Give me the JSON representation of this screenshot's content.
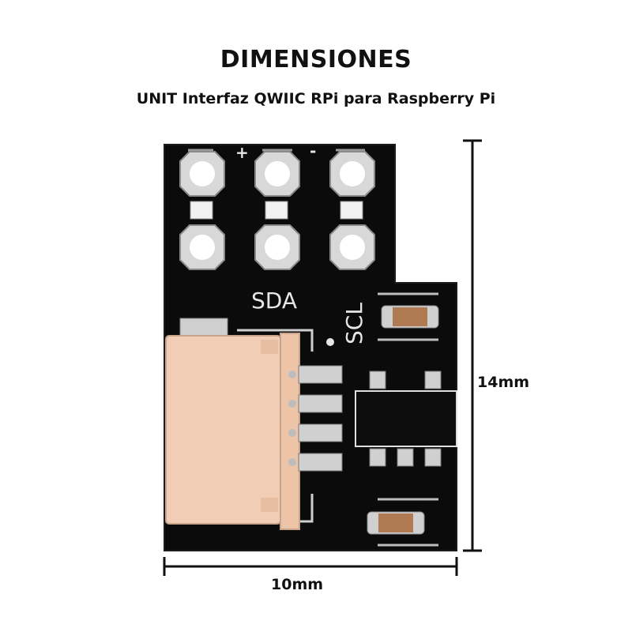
{
  "title": "DIMENSIONES",
  "subtitle": "UNIT Interfaz QWIIC RPi para Raspberry Pi",
  "dimensions": {
    "width_label": "10mm",
    "height_label": "14mm"
  },
  "board": {
    "silkscreen": {
      "plus": "+",
      "minus": "-",
      "sda": "SDA",
      "scl": "SCL"
    }
  },
  "colors": {
    "pcb": "#0b0b0b",
    "connector": "#f0cdb4",
    "pad": "#d8d8d8",
    "silkscreen": "#e6e6e6",
    "capacitor_body": "#b07a52"
  }
}
